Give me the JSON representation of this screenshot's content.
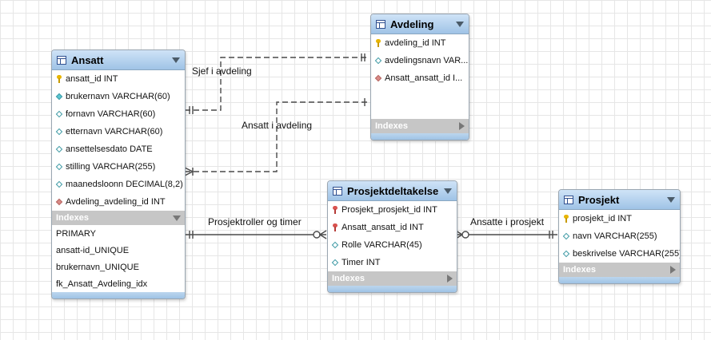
{
  "entities": {
    "ansatt": {
      "title": "Ansatt",
      "fields": [
        {
          "label": "ansatt_id INT",
          "icon": "primary-key-icon"
        },
        {
          "label": "brukernavn VARCHAR(60)",
          "icon": "not-null-column-icon"
        },
        {
          "label": "fornavn VARCHAR(60)",
          "icon": "nullable-column-icon"
        },
        {
          "label": "etternavn VARCHAR(60)",
          "icon": "nullable-column-icon"
        },
        {
          "label": "ansettelsesdato DATE",
          "icon": "nullable-column-icon"
        },
        {
          "label": "stilling VARCHAR(255)",
          "icon": "nullable-column-icon"
        },
        {
          "label": "maanedsloonn DECIMAL(8,2)",
          "icon": "nullable-column-icon"
        },
        {
          "label": "Avdeling_avdeling_id INT",
          "icon": "foreign-key-column-icon"
        }
      ],
      "indexes_label": "Indexes",
      "indexes": [
        "PRIMARY",
        "ansatt-id_UNIQUE",
        "brukernavn_UNIQUE",
        "fk_Ansatt_Avdeling_idx"
      ]
    },
    "avdeling": {
      "title": "Avdeling",
      "fields": [
        {
          "label": "avdeling_id INT",
          "icon": "primary-key-icon"
        },
        {
          "label": "avdelingsnavn VAR...",
          "icon": "nullable-column-icon"
        },
        {
          "label": "Ansatt_ansatt_id I...",
          "icon": "foreign-key-column-icon"
        }
      ],
      "indexes_label": "Indexes"
    },
    "prosjektdeltakelse": {
      "title": "Prosjektdeltakelse",
      "fields": [
        {
          "label": "Prosjekt_prosjekt_id INT",
          "icon": "foreign-primary-key-icon"
        },
        {
          "label": "Ansatt_ansatt_id INT",
          "icon": "foreign-primary-key-icon"
        },
        {
          "label": "Rolle VARCHAR(45)",
          "icon": "nullable-column-icon"
        },
        {
          "label": "Timer INT",
          "icon": "nullable-column-icon"
        }
      ],
      "indexes_label": "Indexes"
    },
    "prosjekt": {
      "title": "Prosjekt",
      "fields": [
        {
          "label": "prosjekt_id INT",
          "icon": "primary-key-icon"
        },
        {
          "label": "navn VARCHAR(255)",
          "icon": "nullable-column-icon"
        },
        {
          "label": "beskrivelse VARCHAR(255)",
          "icon": "nullable-column-icon"
        }
      ],
      "indexes_label": "Indexes"
    }
  },
  "relationships": {
    "sjef": "Sjef i avdeling",
    "ansatt_i_avdeling": "Ansatt i avdeling",
    "prosjektroller": "Prosjektroller og timer",
    "ansatte_i_prosjekt": "Ansatte i prosjekt"
  },
  "colors": {
    "header": "#9fc3e6",
    "index_bar": "#c6c6c6",
    "line": "#4a4a4a",
    "grid": "#e6e6e6"
  }
}
